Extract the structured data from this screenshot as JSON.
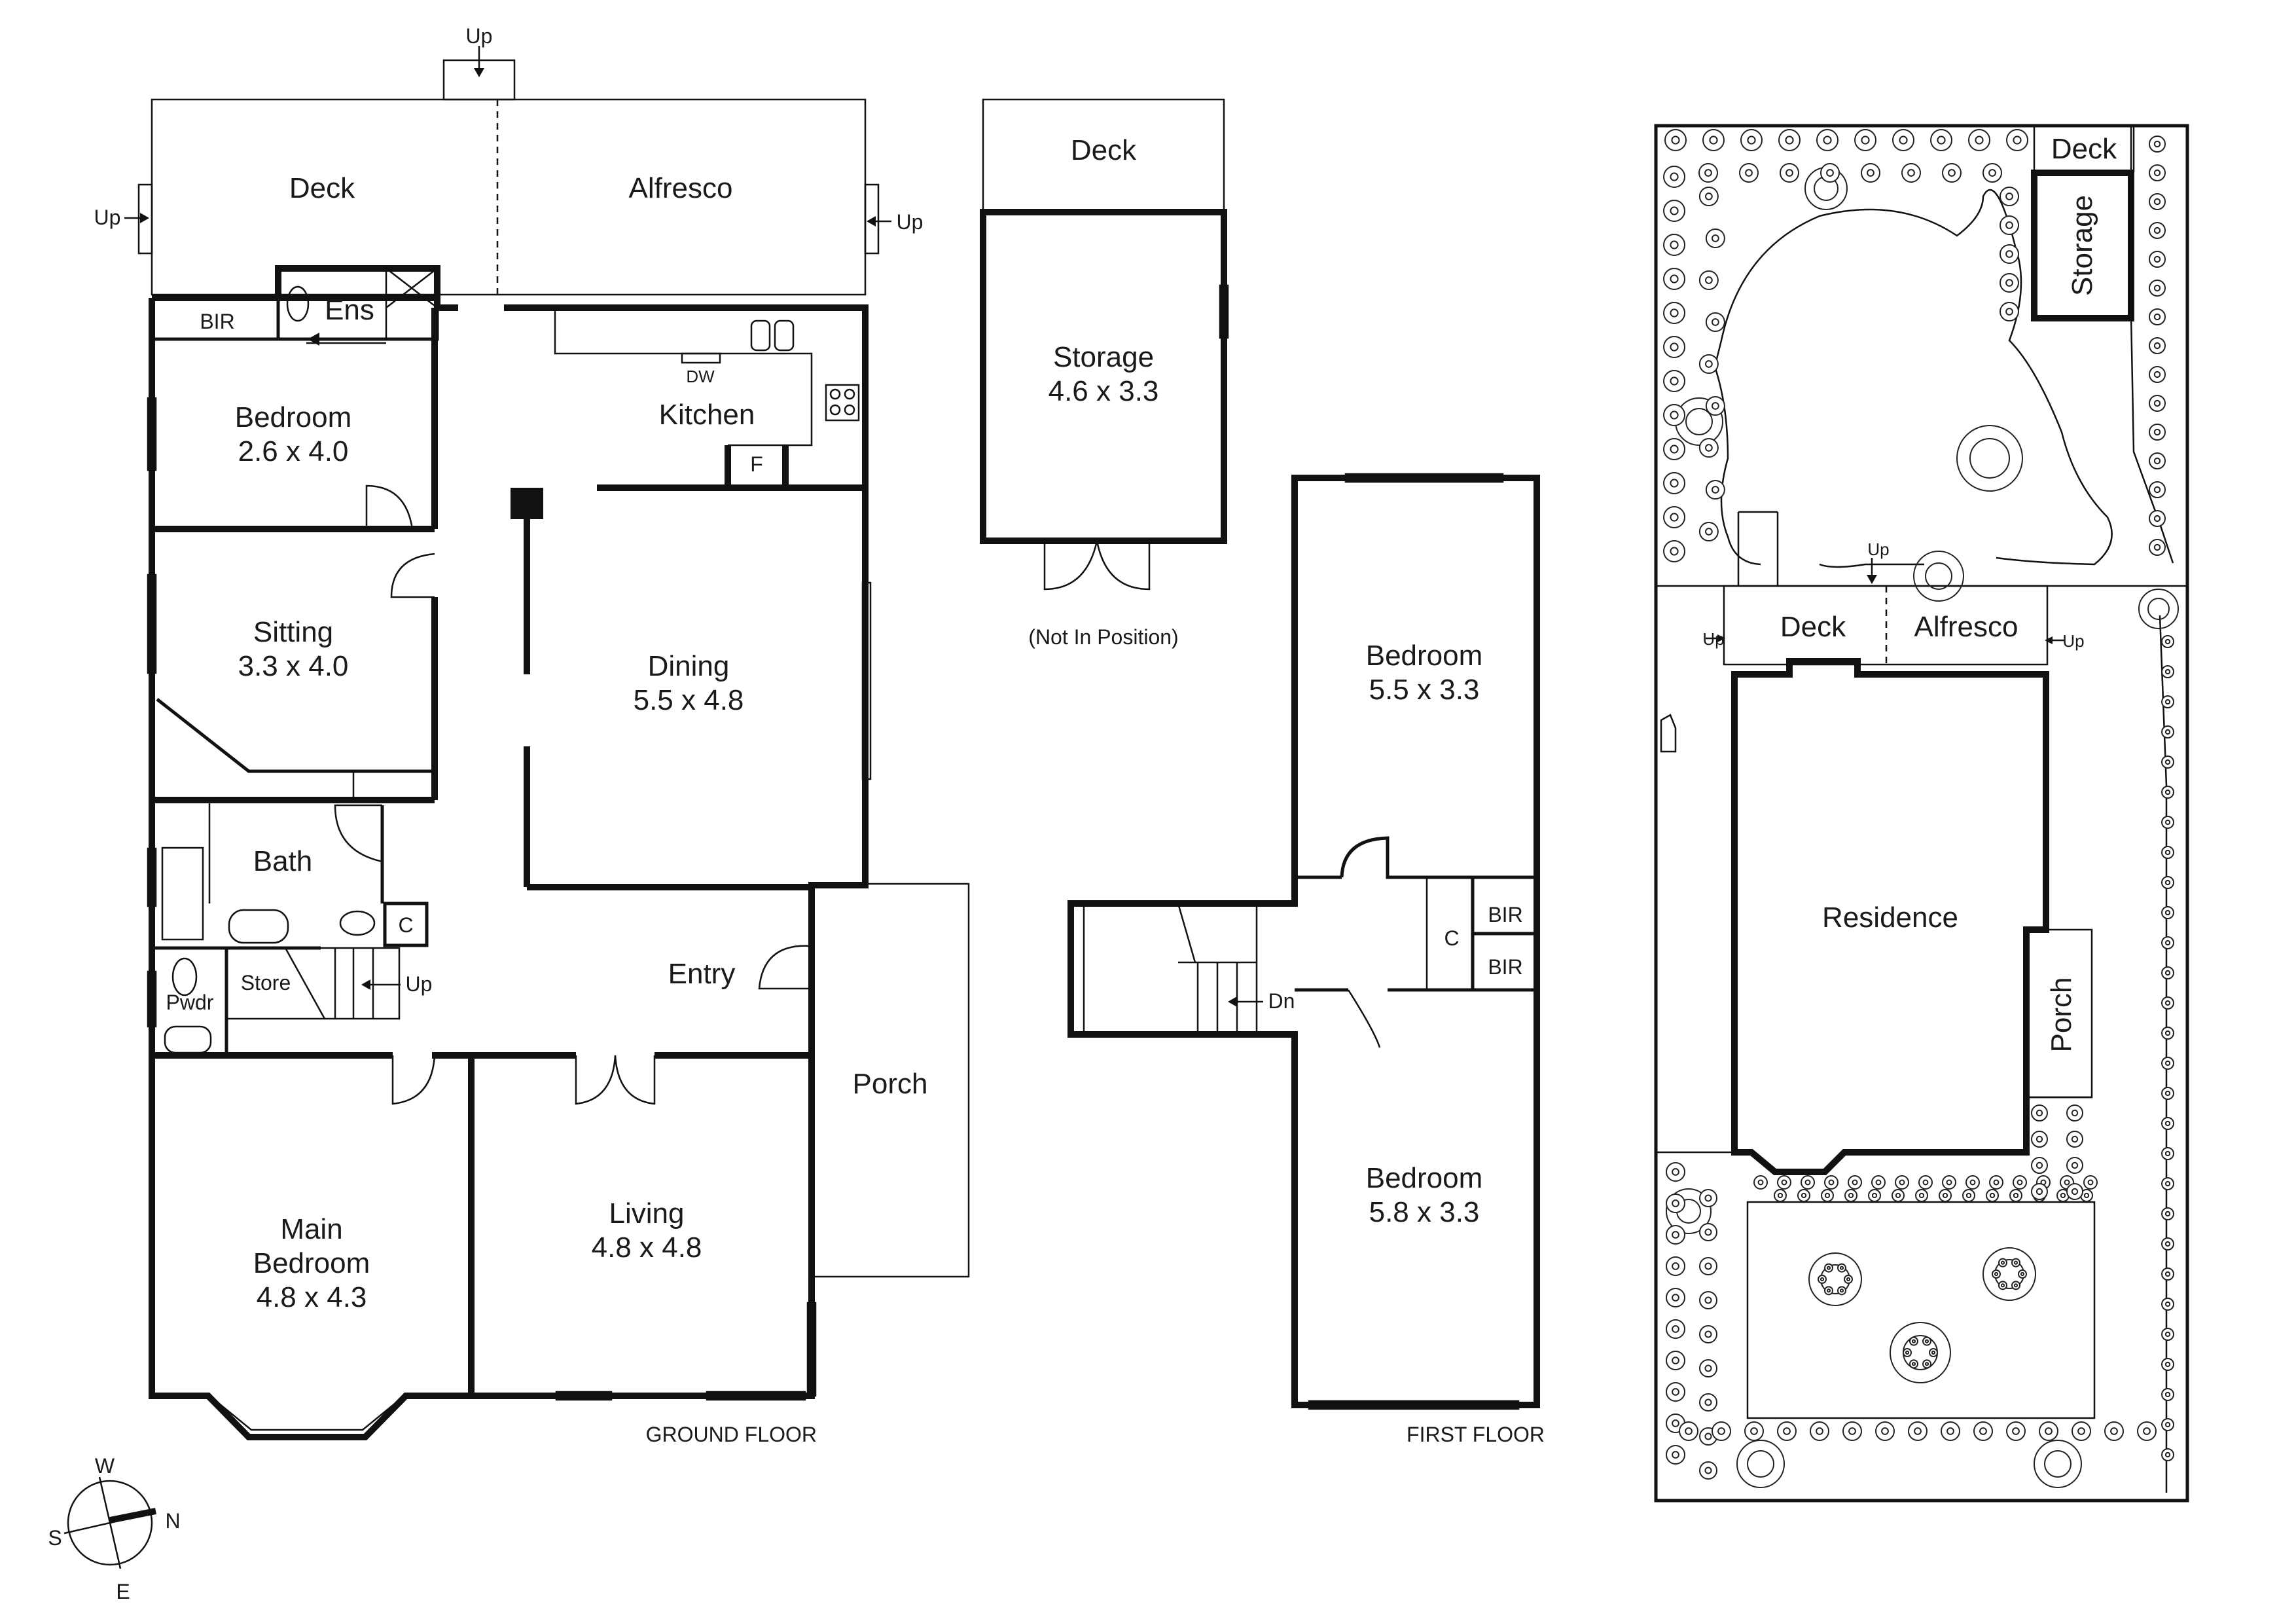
{
  "ground_floor": {
    "caption": "GROUND FLOOR",
    "rooms": {
      "deck": {
        "name": "Deck"
      },
      "alfresco": {
        "name": "Alfresco"
      },
      "bir": {
        "name": "BIR"
      },
      "ens": {
        "name": "Ens"
      },
      "kitchen": {
        "name": "Kitchen"
      },
      "dw": {
        "name": "DW"
      },
      "fridge": {
        "name": "F"
      },
      "bedroom": {
        "name": "Bedroom",
        "size": "2.6 x 4.0"
      },
      "sitting": {
        "name": "Sitting",
        "size": "3.3 x 4.0"
      },
      "dining": {
        "name": "Dining",
        "size": "5.5 x 4.8"
      },
      "bath": {
        "name": "Bath"
      },
      "cupboard": {
        "name": "C"
      },
      "store": {
        "name": "Store"
      },
      "pwdr": {
        "name": "Pwdr"
      },
      "entry": {
        "name": "Entry"
      },
      "porch": {
        "name": "Porch"
      },
      "main_bedroom": {
        "name_line1": "Main",
        "name_line2": "Bedroom",
        "size": "4.8 x 4.3"
      },
      "living": {
        "name": "Living",
        "size": "4.8 x 4.8"
      }
    },
    "stair_up": "Up",
    "up_top": "Up",
    "up_left": "Up",
    "up_right": "Up"
  },
  "outbuilding": {
    "deck": "Deck",
    "storage": {
      "name": "Storage",
      "size": "4.6 x 3.3"
    },
    "note": "(Not In Position)"
  },
  "first_floor": {
    "caption": "FIRST FLOOR",
    "bedroom_1": {
      "name": "Bedroom",
      "size": "5.5 x 3.3"
    },
    "bedroom_2": {
      "name": "Bedroom",
      "size": "5.8 x 3.3"
    },
    "cupboard": "C",
    "bir_1": "BIR",
    "bir_2": "BIR",
    "stair_down": "Dn"
  },
  "site_plan": {
    "deck_top": "Deck",
    "storage": "Storage",
    "deck": "Deck",
    "alfresco": "Alfresco",
    "residence": "Residence",
    "porch": "Porch",
    "up_center": "Up",
    "up_left": "Up",
    "up_right": "Up"
  },
  "compass": {
    "north": "N",
    "south": "S",
    "east": "E",
    "west": "W"
  }
}
